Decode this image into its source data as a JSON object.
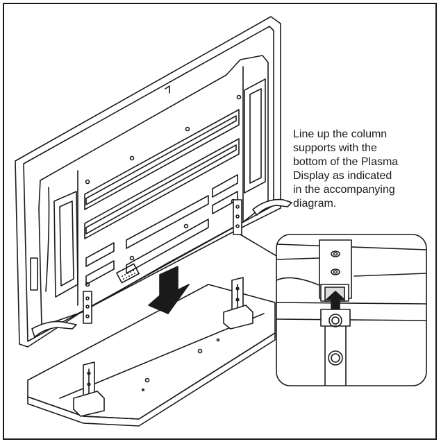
{
  "caption": {
    "lines": [
      "Line up the column",
      "supports with the",
      "bottom of the Plasma",
      "Display as indicated",
      "in the accompanying",
      "diagram."
    ]
  },
  "icons": [
    "down-arrow-icon",
    "up-arrow-icon"
  ],
  "colors": {
    "line": "#1a1a1a",
    "background": "#ffffff",
    "arrow": "#1a1a1a"
  }
}
